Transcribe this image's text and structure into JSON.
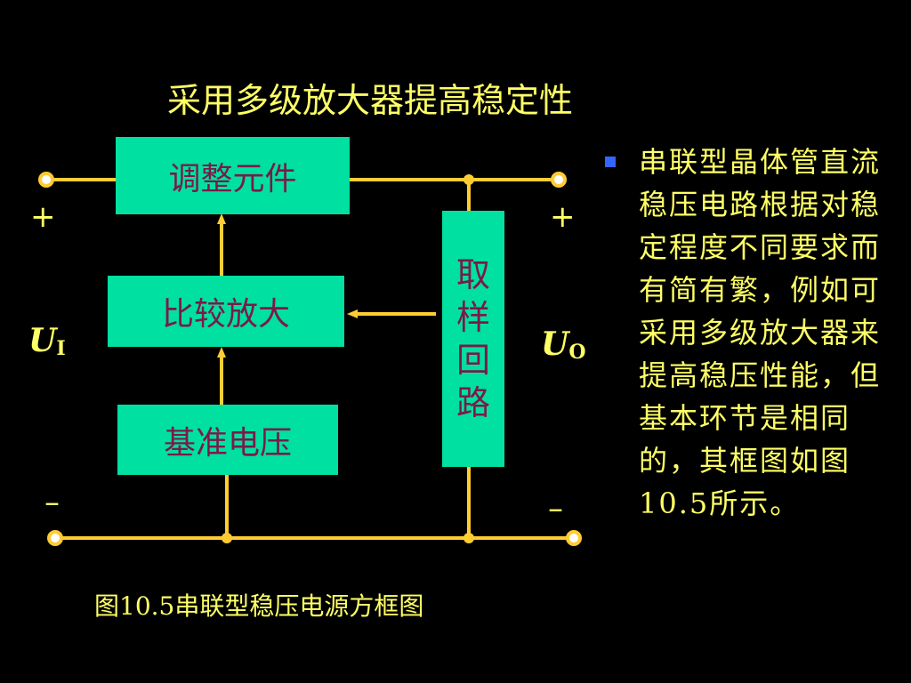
{
  "title": "采用多级放大器提高稳定性",
  "blocks": {
    "regulator": "调整元件",
    "comparator_amp": "比较放大",
    "reference": "基准电压",
    "sampling": [
      "取",
      "样",
      "回",
      "路"
    ]
  },
  "input": {
    "plus": "+",
    "minus": "–",
    "label": "U",
    "sub": "I"
  },
  "output": {
    "plus": "+",
    "minus": "–",
    "label": "U",
    "sub": "O"
  },
  "description": "串联型晶体管直流稳压电路根据对稳定程度不同要求而有简有繁，例如可采用多级放大器来提高稳压性能，但基本环节是相同的，其框图如图10.5所示。",
  "caption": "图10.5串联型稳压电源方框图",
  "colors": {
    "background": "#000000",
    "text": "#ffff66",
    "block": "#00e0a0",
    "block_text": "#7a1a4a",
    "wire": "#ffcc33",
    "bullet": "#3366ff"
  }
}
